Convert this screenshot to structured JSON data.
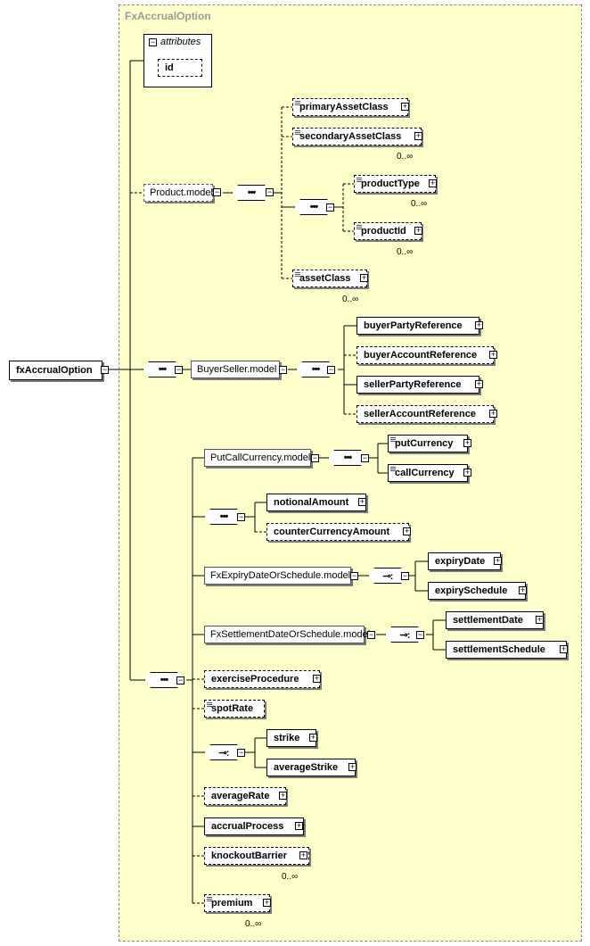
{
  "type_label": "FxAccrualOption",
  "root": {
    "label": "fxAccrualOption"
  },
  "attributes": {
    "title": "attributes",
    "id": "id"
  },
  "product_group": {
    "label": "Product.model",
    "primaryAssetClass": "primaryAssetClass",
    "secondaryAssetClass": "secondaryAssetClass",
    "secondaryAssetClass_card": "0..∞",
    "productType": "productType",
    "productType_card": "0..∞",
    "productId": "productId",
    "productId_card": "0..∞",
    "assetClass": "assetClass",
    "assetClass_card": "0..∞"
  },
  "buyer_seller": {
    "label": "BuyerSeller.model",
    "buyerPartyReference": "buyerPartyReference",
    "buyerAccountReference": "buyerAccountReference",
    "sellerPartyReference": "sellerPartyReference",
    "sellerAccountReference": "sellerAccountReference"
  },
  "put_call": {
    "label": "PutCallCurrency.model",
    "putCurrency": "putCurrency",
    "callCurrency": "callCurrency"
  },
  "notional": {
    "notionalAmount": "notionalAmount",
    "counterCurrencyAmount": "counterCurrencyAmount"
  },
  "expiry": {
    "label": "FxExpiryDateOrSchedule.model",
    "expiryDate": "expiryDate",
    "expirySchedule": "expirySchedule"
  },
  "settlement": {
    "label": "FxSettlementDateOrSchedule.model",
    "settlementDate": "settlementDate",
    "settlementSchedule": "settlementSchedule"
  },
  "elements": {
    "exerciseProcedure": "exerciseProcedure",
    "spotRate": "spotRate",
    "strike": "strike",
    "averageStrike": "averageStrike",
    "averageRate": "averageRate",
    "accrualProcess": "accrualProcess",
    "knockoutBarrier": "knockoutBarrier",
    "knockoutBarrier_card": "0..∞",
    "premium": "premium",
    "premium_card": "0..∞"
  }
}
